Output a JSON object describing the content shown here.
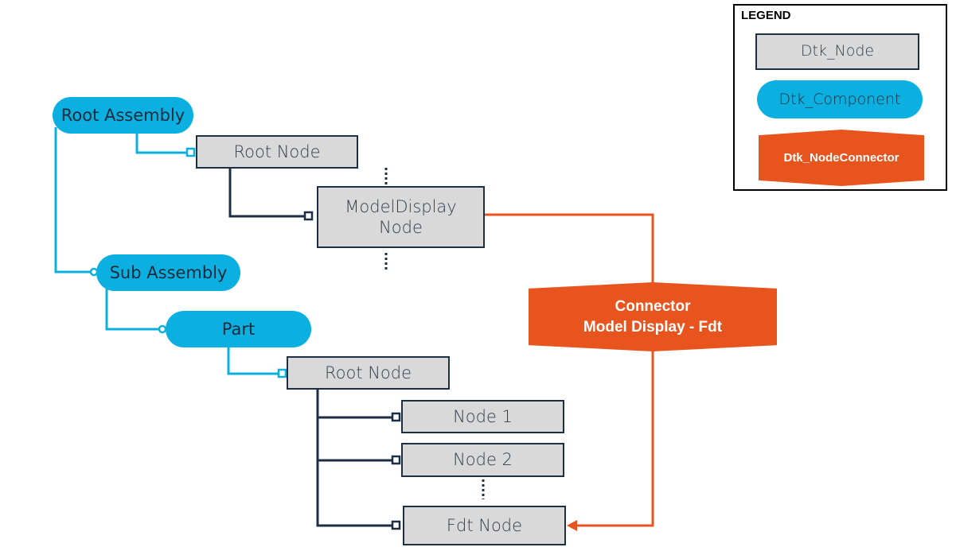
{
  "diagram": {
    "components": {
      "root_assembly": "Root Assembly",
      "sub_assembly": "Sub Assembly",
      "part": "Part"
    },
    "nodes": {
      "root_node_top": "Root Node",
      "model_display_line1": "ModelDisplay",
      "model_display_line2": "Node",
      "root_node_part": "Root Node",
      "node_1": "Node 1",
      "node_2": "Node 2",
      "fdt_node": "Fdt Node"
    },
    "connector": {
      "line1": "Connector",
      "line2": "Model Display - Fdt"
    }
  },
  "legend": {
    "title": "LEGEND",
    "node": "Dtk_Node",
    "component": "Dtk_Component",
    "node_connector": "Dtk_NodeConnector"
  },
  "colors": {
    "component": "#0bb0e0",
    "node_fill": "#d9d9d9",
    "node_border": "#1c2f45",
    "connector": "#e8541e"
  }
}
